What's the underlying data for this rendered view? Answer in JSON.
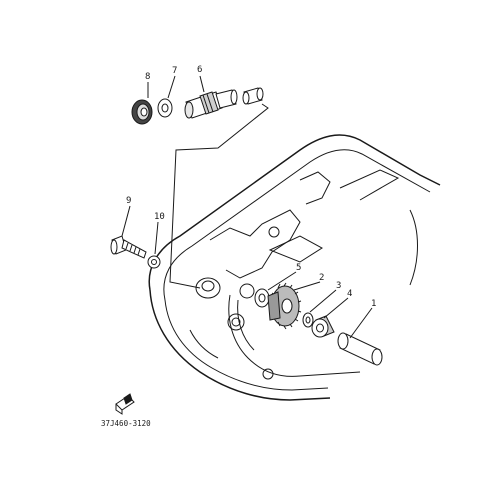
{
  "diagram": {
    "callouts": [
      {
        "id": "1",
        "label": "1"
      },
      {
        "id": "2",
        "label": "2"
      },
      {
        "id": "3",
        "label": "3"
      },
      {
        "id": "4",
        "label": "4"
      },
      {
        "id": "5",
        "label": "5"
      },
      {
        "id": "6",
        "label": "6"
      },
      {
        "id": "7",
        "label": "7"
      },
      {
        "id": "8",
        "label": "8"
      },
      {
        "id": "9",
        "label": "9"
      },
      {
        "id": "10",
        "label": "10"
      }
    ],
    "diagram_code": "37J460-3120"
  },
  "colors": {
    "ink": "#1a1a1a",
    "background": "#ffffff"
  }
}
